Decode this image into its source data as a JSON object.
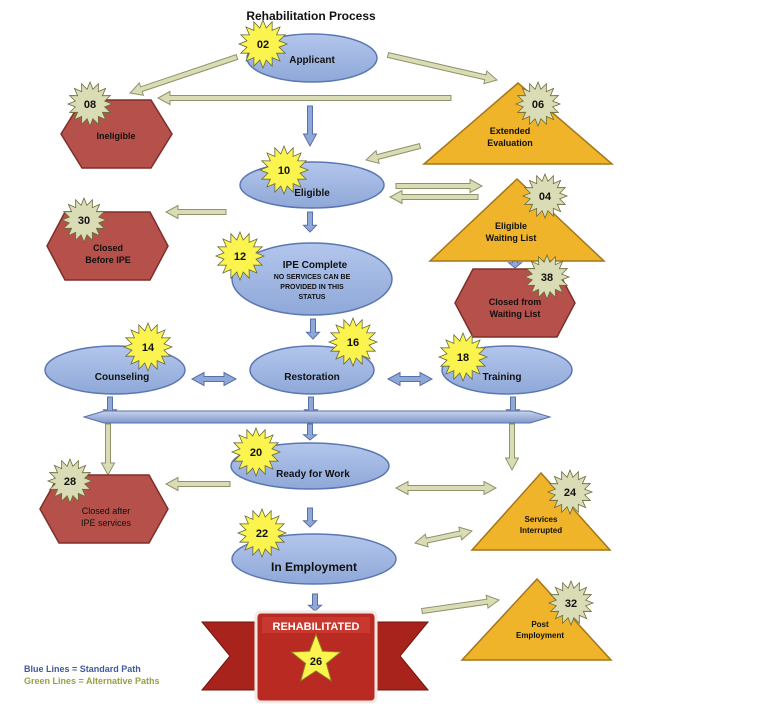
{
  "title": "Rehabilitation Process",
  "colors": {
    "standard_line": "#8fa8d8",
    "standard_stroke": "#5670a8",
    "alt_line": "#d9dcb4",
    "alt_stroke": "#8f936a",
    "ellipse_fill": "#9cb4e2",
    "ellipse_stroke": "#5b77b2",
    "hexagon_fill": "#b6504a",
    "hexagon_stroke": "#7e2f2a",
    "triangle_fill": "#f0b42b",
    "triangle_stroke": "#a3761b",
    "badge_yellow": "#fbf44e",
    "badge_green": "#d9dcb4",
    "banner_fill": "#b92a22"
  },
  "nodes": {
    "applicant": {
      "code": "02",
      "label": "Applicant"
    },
    "ineligible": {
      "code": "08",
      "label": "Ineligible"
    },
    "extended_evaluation": {
      "code": "06",
      "line1": "Extended",
      "line2": "Evaluation"
    },
    "eligible": {
      "code": "10",
      "label": "Eligible"
    },
    "closed_before_ipe": {
      "code": "30",
      "line1": "Closed",
      "line2": "Before IPE"
    },
    "eligible_waiting_list": {
      "code": "04",
      "line1": "Eligible",
      "line2": "Waiting List"
    },
    "ipe_complete": {
      "code": "12",
      "label": "IPE Complete",
      "note1": "NO SERVICES CAN BE",
      "note2": "PROVIDED IN THIS",
      "note3": "STATUS"
    },
    "closed_from_waiting_list": {
      "code": "38",
      "line1": "Closed from",
      "line2": "Waiting List"
    },
    "counseling": {
      "code": "14",
      "label": "Counseling"
    },
    "restoration": {
      "code": "16",
      "label": "Restoration"
    },
    "training": {
      "code": "18",
      "label": "Training"
    },
    "ready_for_work": {
      "code": "20",
      "label": "Ready for Work"
    },
    "closed_after_ipe_services": {
      "code": "28",
      "line1": "Closed after",
      "line2": "IPE services"
    },
    "services_interrupted": {
      "code": "24",
      "line1": "Services",
      "line2": "Interrupted"
    },
    "in_employment": {
      "code": "22",
      "label": "In Employment"
    },
    "rehabilitated": {
      "code": "26",
      "label": "REHABILITATED"
    },
    "post_employment": {
      "code": "32",
      "line1": "Post",
      "line2": "Employment"
    }
  },
  "legend": {
    "standard": "Blue Lines = Standard Path",
    "alternative": "Green Lines = Alternative Paths"
  }
}
